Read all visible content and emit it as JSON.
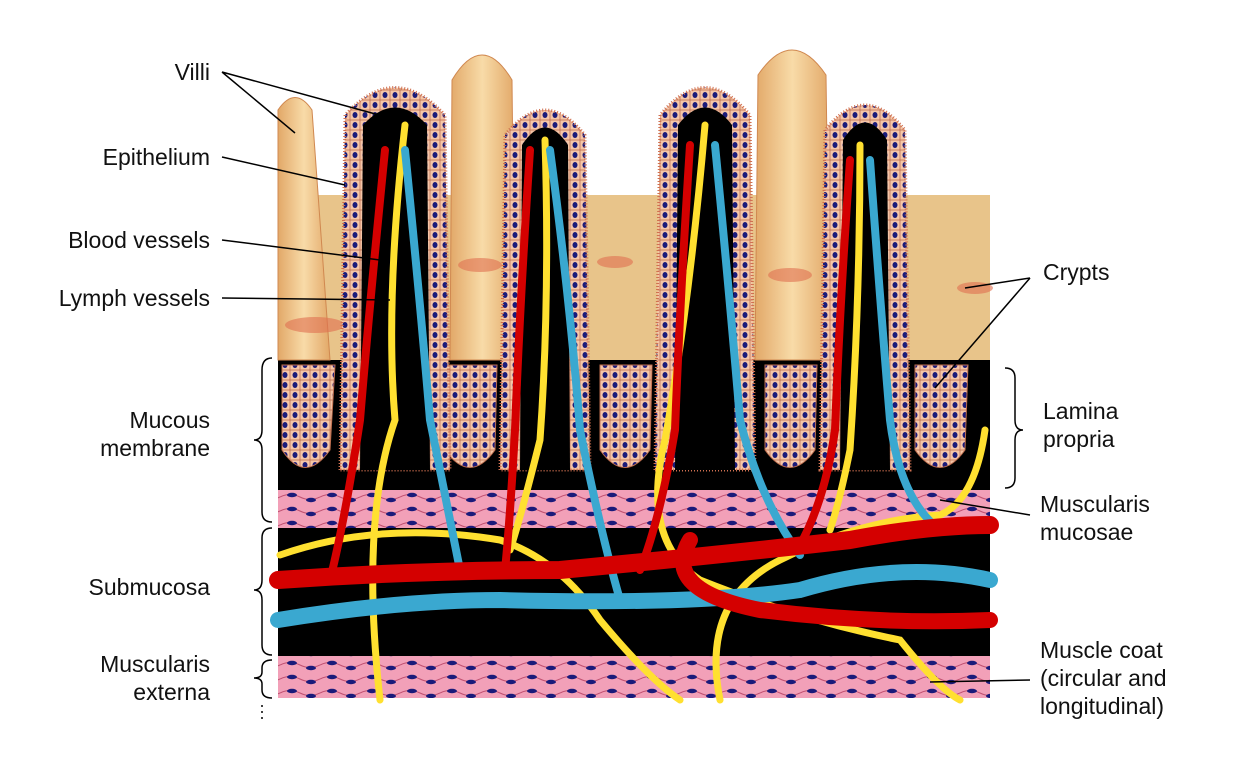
{
  "labels": {
    "villi": "Villi",
    "epithelium": "Epithelium",
    "blood_vessels": "Blood vessels",
    "lymph_vessels": "Lymph vessels",
    "mucous_membrane": [
      "Mucous",
      "membrane"
    ],
    "submucosa": "Submucosa",
    "muscularis_externa": [
      "Muscularis",
      "externa"
    ],
    "crypts": "Crypts",
    "lamina_propria": [
      "Lamina",
      "propria"
    ],
    "muscularis_mucosae": [
      "Muscularis",
      "mucosae"
    ],
    "muscle_coat": [
      "Muscle coat",
      "(circular and",
      "longitudinal)"
    ]
  },
  "colors": {
    "tissue": "#e8c48a",
    "villus": "#f0c98c",
    "lamina": "#000000",
    "muscle": "#f2a0b8",
    "nucleus": "#1a1a7a",
    "artery": "#d40000",
    "lymph": "#ffe030",
    "vein": "#3aa8d0",
    "epithelium": "#f5c6a8"
  }
}
